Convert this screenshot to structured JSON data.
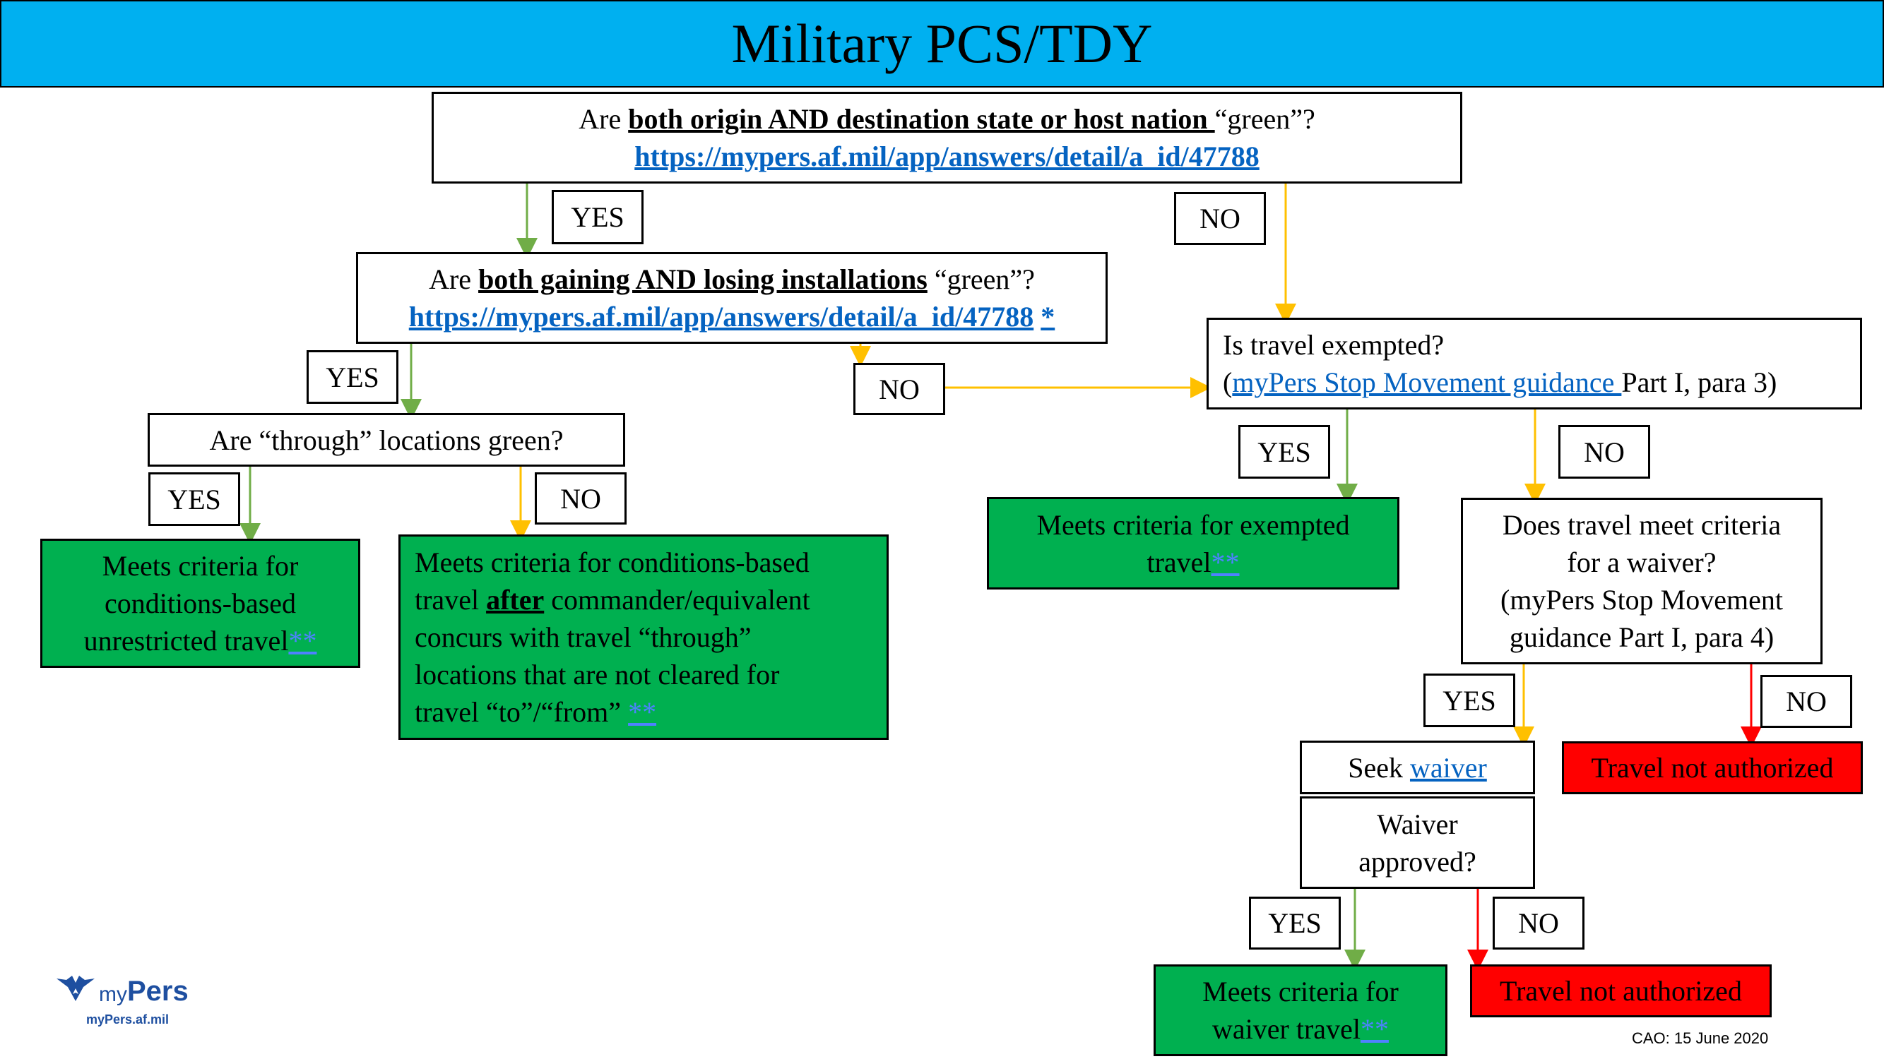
{
  "title": "Military PCS/TDY",
  "q1": {
    "prefix": "Are ",
    "bold": "both origin AND destination state or host nation ",
    "suffix": "“green”?",
    "link": "https://mypers.af.mil/app/answers/detail/a_id/47788"
  },
  "q2": {
    "prefix": "Are ",
    "bold": "both gaining AND losing installations",
    "suffix": " “green”?",
    "link": "https://mypers.af.mil/app/answers/detail/a_id/47788",
    "star": "*"
  },
  "q3": {
    "text": "Are “through” locations green?"
  },
  "q4": {
    "line1": "Is travel exempted?",
    "open": "(",
    "link": "myPers Stop Movement guidance ",
    "rest": "Part I, para 3)"
  },
  "q5": {
    "line1": "Does travel meet criteria",
    "line2": "for a waiver?",
    "line3": "(myPers Stop Movement",
    "line4": "guidance Part I, para 4)"
  },
  "seek": {
    "prefix": "Seek ",
    "link": "waiver"
  },
  "q6": {
    "line1": "Waiver",
    "line2": "approved?"
  },
  "outcomes": {
    "unrestricted": {
      "line1": "Meets criteria for",
      "line2": "conditions-based",
      "line3": "unrestricted travel",
      "stars": "**"
    },
    "after_concur": {
      "line1": "Meets criteria for conditions-based",
      "line2_pre": "travel ",
      "line2_bold": "after",
      "line2_post": " commander/equivalent",
      "line3": "concurs with travel “through”",
      "line4": "locations that are not cleared for",
      "line5": "travel “to”/“from” ",
      "stars": "**"
    },
    "exempted": {
      "line1": "Meets criteria for exempted",
      "line2": "travel",
      "stars": "**"
    },
    "waiver": {
      "line1": "Meets criteria for",
      "line2": "waiver travel",
      "stars": "**"
    },
    "not_authorized_1": "Travel not authorized",
    "not_authorized_2": "Travel not authorized"
  },
  "labels": {
    "yes": "YES",
    "no": "NO"
  },
  "logo": {
    "my": "my",
    "pers": "Pers",
    "url": "myPers.af.mil"
  },
  "footer": "CAO: 15 June 2020",
  "colors": {
    "banner": "#00b0f0",
    "green": "#00b050",
    "red": "#ff0000",
    "link": "#0563c1",
    "arrow_yes": "#70ad47",
    "arrow_no": "#ffc000",
    "arrow_red": "#ff0000"
  }
}
